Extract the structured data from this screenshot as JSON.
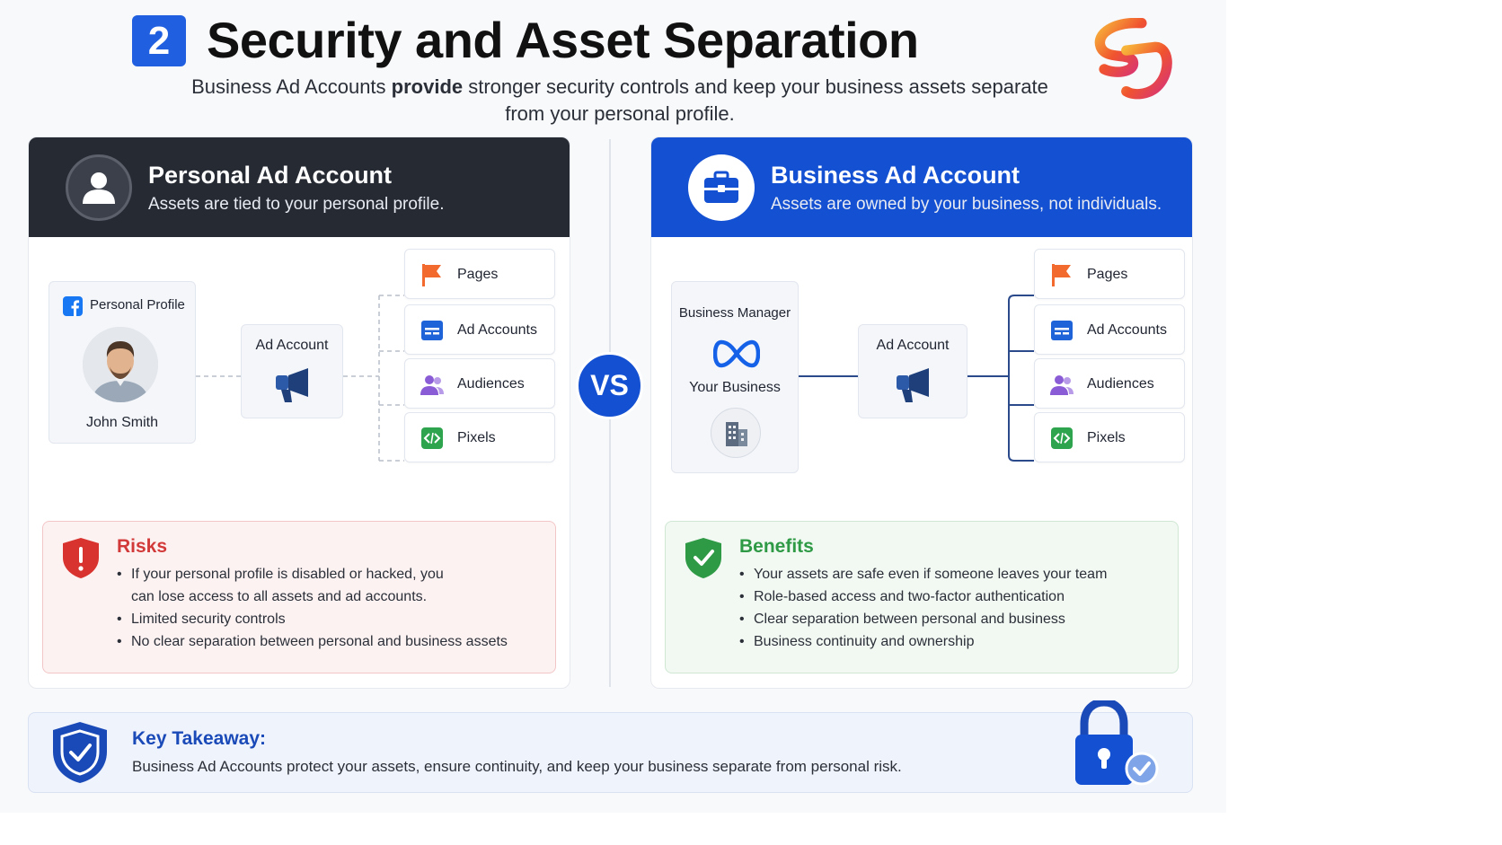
{
  "header": {
    "step_number": "2",
    "title": "Security and Asset Separation",
    "subtitle_prefix": "Business Ad Accounts ",
    "subtitle_bold": "provide",
    "subtitle_suffix": " stronger security controls and keep your business assets separate from your personal profile."
  },
  "vs_label": "VS",
  "personal": {
    "title": "Personal Ad Account",
    "subtitle": "Assets are tied to your personal profile.",
    "profile_label": "Personal Profile",
    "profile_name": "John Smith",
    "ad_account_label": "Ad Account",
    "assets": [
      "Pages",
      "Ad Accounts",
      "Audiences",
      "Pixels"
    ],
    "risks_title": "Risks",
    "risks": [
      "If your personal profile is disabled or hacked, you can lose access to all assets and ad accounts.",
      "Limited security controls",
      "No clear separation between personal and business assets"
    ]
  },
  "business": {
    "title": "Business Ad Account",
    "subtitle": "Assets are owned by your business, not individuals.",
    "manager_label": "Business Manager",
    "manager_name": "Your Business",
    "ad_account_label": "Ad Account",
    "assets": [
      "Pages",
      "Ad Accounts",
      "Audiences",
      "Pixels"
    ],
    "benefits_title": "Benefits",
    "benefits": [
      "Your assets are safe even if someone leaves your team",
      "Role-based access and two-factor authentication",
      "Clear separation between personal and business",
      "Business continuity and ownership"
    ]
  },
  "takeaway": {
    "title": "Key Takeaway:",
    "text": "Business Ad Accounts protect your assets, ensure continuity, and keep your business separate from personal risk."
  },
  "colors": {
    "brand_blue": "#1450d2",
    "dark_header": "#262a33",
    "risk_red": "#d23a3a",
    "benefit_green": "#2f9a45"
  },
  "icons": {
    "asset_icons": [
      "flag-icon",
      "ad-accounts-icon",
      "audiences-icon",
      "pixels-code-icon"
    ]
  }
}
